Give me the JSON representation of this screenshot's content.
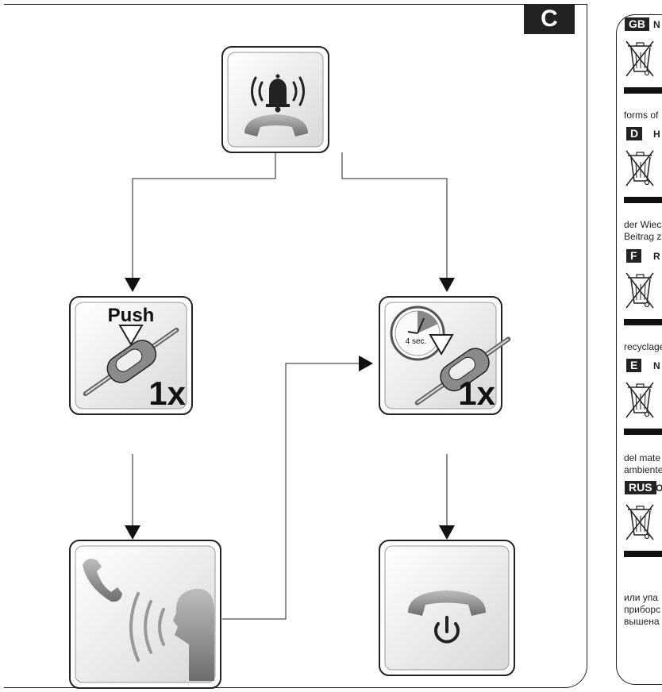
{
  "step_label": "C",
  "diagram": {
    "push_label": "Push",
    "press_count_left": "1x",
    "press_count_right": "1x",
    "timer_label": "4 sec."
  },
  "sidebar": {
    "sections": [
      {
        "code": "GB",
        "heading_start": "N",
        "text_lines": [
          "forms of"
        ]
      },
      {
        "code": "D",
        "heading_start": "H",
        "text_lines": [
          "der Wiec",
          "Beitrag z"
        ]
      },
      {
        "code": "F",
        "heading_start": "R",
        "text_lines": [
          "recyclage"
        ]
      },
      {
        "code": "E",
        "heading_start": "N",
        "text_lines": [
          "del mate",
          "ambiente"
        ]
      },
      {
        "code": "RUS",
        "heading_start": "O",
        "text_lines": [
          "или упа",
          "приборс",
          "вышена"
        ]
      }
    ]
  },
  "icons": [
    "incoming-call-icon",
    "remote-button-push-icon",
    "remote-button-hold-icon",
    "talking-icon",
    "hang-up-icon",
    "weee-bin-icon"
  ]
}
